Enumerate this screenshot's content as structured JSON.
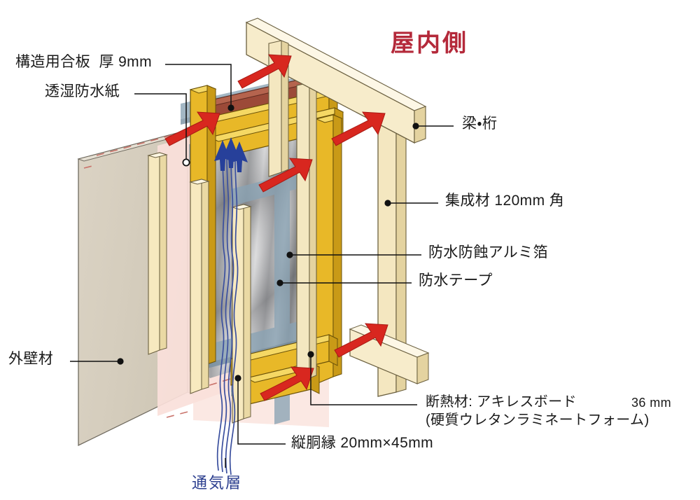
{
  "diagram": {
    "title_indoor": "屋内側",
    "background_color": "#ffffff",
    "accent_red": "#b4293a",
    "accent_blue": "#2c3f8f"
  },
  "labels": {
    "structural_plywood": "構造用合板  厚 9mm",
    "moisture_permeable_waterproof_paper": "透湿防水紙",
    "exterior_wall_material": "外壁材",
    "beam_girder": "梁・桁",
    "glulam_timber": "集成材 120mm 角",
    "waterproof_anticorrosive_aluminum_foil": "防水防蝕アルミ箔",
    "waterproof_tape": "防水テープ",
    "insulation_line1": "断熱材: アキレスボード",
    "insulation_thickness": "36 mm",
    "insulation_line2": "(硬質ウレタンラミネートフォーム)",
    "vertical_furring_strip": "縦胴縁 20mm×45mm",
    "ventilation_layer": "通気層"
  },
  "colors": {
    "exterior_panel": "#d8d0c0",
    "exterior_panel_edge": "#8a8274",
    "furring_strip_face": "#f7e9bf",
    "furring_strip_side": "#ead9a4",
    "furring_strip_top": "#fbf4dd",
    "breather_sheet": "#fae0da",
    "plywood_gold": "#e8b828",
    "plywood_gold_dark": "#c99a17",
    "insulation_board": "#9c4a38",
    "insulation_board_dark": "#7d3a2c",
    "aluminum_foil_light": "#d6d6d6",
    "aluminum_foil_dark": "#5e5e60",
    "tape_blue_gray": "#8aa3b4",
    "timber_face": "#f4e7c0",
    "timber_side": "#e4d3a0",
    "timber_top": "#faf3de",
    "arrow_red": "#d8271f",
    "arrow_blue": "#27409a",
    "airflow_blue": "#3a4f9e",
    "dashed_pink": "#c9736b",
    "leader_black": "#111111"
  },
  "annotations": {
    "red_arrow_count": 6,
    "blue_arrow_count": 3,
    "airflow_wave_count": 4
  }
}
